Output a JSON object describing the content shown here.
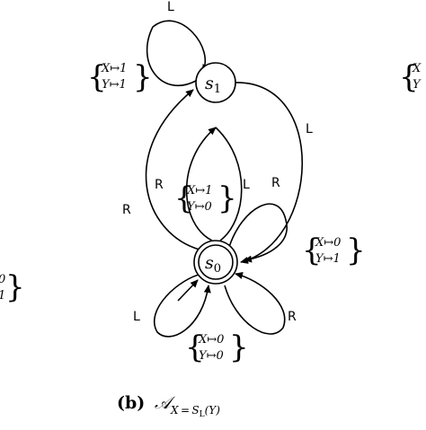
{
  "states": [
    {
      "id": "s1",
      "label_main": "s",
      "label_sub": "1"
    },
    {
      "id": "s0",
      "label_main": "s",
      "label_sub": "0"
    }
  ],
  "edge_labels": {
    "top_loop": "L",
    "left_outer": "R",
    "right_outer": "L",
    "center_left": "R",
    "center_right": "L",
    "right_loop": "R",
    "bottom_left_loop": "L",
    "bottom_right_loop": "R"
  },
  "annotations": {
    "s1_loop": {
      "line1": "X↦1",
      "line2": "Y↦1"
    },
    "center": {
      "line1": "X↦1",
      "line2": "Y↦0"
    },
    "right": {
      "line1": "X↦0",
      "line2": "Y↦1"
    },
    "bottom": {
      "line1": "X↦0",
      "line2": "Y↦0"
    },
    "left_edge": {
      "line1": "0",
      "line2": "1"
    },
    "right_edge": {
      "line1": "X",
      "line2": "Y"
    }
  },
  "caption": {
    "tag": "(b)",
    "main": "𝒜",
    "sub_lhs": "X = S",
    "sub_sub": "L",
    "sub_rhs": "(Y)"
  }
}
